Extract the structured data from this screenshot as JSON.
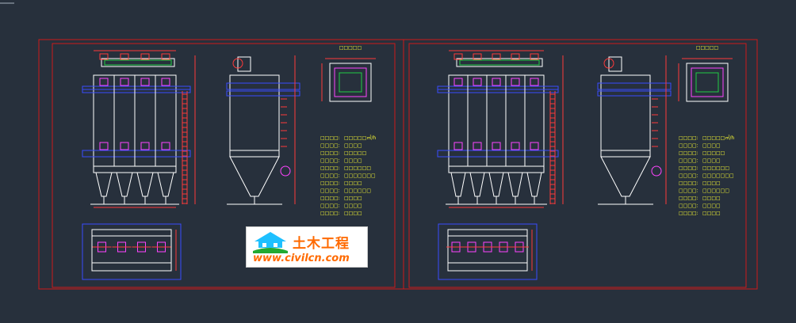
{
  "drawing": {
    "sheets": [
      {
        "id": "sheet-left",
        "columns": 4,
        "plan_title": "□□□□□",
        "spec_rows": [
          {
            "label": "□□□□:",
            "value": "□□□□□㎡/h"
          },
          {
            "label": "□□□□:",
            "value": "□□□□"
          },
          {
            "label": "□□□□:",
            "value": "□□□□□"
          },
          {
            "label": "□□□□:",
            "value": "□□□□"
          },
          {
            "label": "□□□□:",
            "value": "□□□□□□"
          },
          {
            "label": "□□□□:",
            "value": "□□□□□□□"
          },
          {
            "label": "□□□□:",
            "value": "□□□□"
          },
          {
            "label": "□□□□:",
            "value": "□□□□□□"
          },
          {
            "label": "□□□□:",
            "value": "□□□□"
          },
          {
            "label": "□□□□:",
            "value": "□□□□"
          },
          {
            "label": "□□□□:",
            "value": "□□□□"
          }
        ]
      },
      {
        "id": "sheet-right",
        "columns": 5,
        "plan_title": "□□□□□",
        "spec_rows": [
          {
            "label": "□□□□:",
            "value": "□□□□□㎡/h"
          },
          {
            "label": "□□□□:",
            "value": "□□□□"
          },
          {
            "label": "□□□□:",
            "value": "□□□□□"
          },
          {
            "label": "□□□□:",
            "value": "□□□□"
          },
          {
            "label": "□□□□:",
            "value": "□□□□□□"
          },
          {
            "label": "□□□□:",
            "value": "□□□□□□□"
          },
          {
            "label": "□□□□:",
            "value": "□□□□"
          },
          {
            "label": "□□□□:",
            "value": "□□□□□□"
          },
          {
            "label": "□□□□:",
            "value": "□□□□"
          },
          {
            "label": "□□□□:",
            "value": "□□□□"
          },
          {
            "label": "□□□□:",
            "value": "□□□□"
          }
        ]
      }
    ],
    "watermark": {
      "name_cn": "土木工程",
      "url": "www.civilcn.com"
    },
    "colors": {
      "background": "#27303c",
      "frame": "#cc1a1a",
      "structure": "#ffffff",
      "platform": "#3a4cff",
      "dimension": "#ff3a3a",
      "accent_green": "#22cc44",
      "accent_magenta": "#ff44ff",
      "text_yellow": "#ffff33"
    }
  }
}
